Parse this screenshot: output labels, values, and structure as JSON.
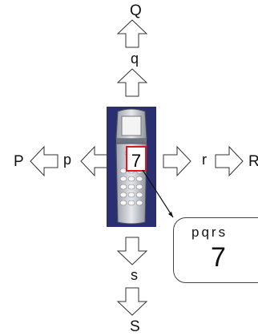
{
  "labels": {
    "up_outer": "Q",
    "up_inner": "q",
    "left_outer": "P",
    "left_inner": "p",
    "right_inner": "r",
    "right_outer": "R",
    "down_inner": "s",
    "down_outer": "S"
  },
  "phone": {
    "selected_key": "7"
  },
  "callout": {
    "letters": "pqrs",
    "digit": "7"
  },
  "colors": {
    "highlight": "#e0181c",
    "phone_frame": "#2a2f72"
  }
}
